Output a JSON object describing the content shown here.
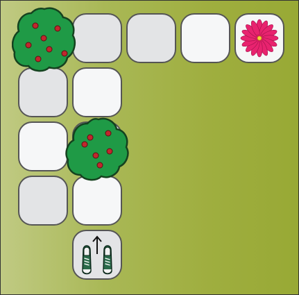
{
  "game": {
    "board_colors": {
      "left": "#c0ca83",
      "right": "#98a935"
    },
    "tile_colors": {
      "grey": "#e3e4e6",
      "light": "#f6f7f8",
      "border": "#555555"
    },
    "tiles": [
      {
        "id": "tile-r0c0",
        "style": "grey"
      },
      {
        "id": "tile-r0c1",
        "style": "grey"
      },
      {
        "id": "tile-r0c2",
        "style": "grey"
      },
      {
        "id": "tile-r0c3",
        "style": "light"
      },
      {
        "id": "tile-r0c4",
        "style": "light",
        "contains": "flower"
      },
      {
        "id": "tile-r1c0",
        "style": "grey"
      },
      {
        "id": "tile-r1c1",
        "style": "light"
      },
      {
        "id": "tile-r2c0",
        "style": "light"
      },
      {
        "id": "tile-r2c1",
        "style": "light"
      },
      {
        "id": "tile-r3c0",
        "style": "grey"
      },
      {
        "id": "tile-r3c1",
        "style": "light"
      },
      {
        "id": "tile-r4c1",
        "style": "grey",
        "contains": "player"
      }
    ],
    "obstacles": [
      {
        "type": "apple-tree",
        "icon": "apple-tree-icon"
      },
      {
        "type": "apple-tree",
        "icon": "apple-tree-icon"
      }
    ],
    "goal": {
      "type": "flower",
      "icon": "flower-icon",
      "color": "#e8236f"
    },
    "player": {
      "type": "sneakers",
      "icon": "sneakers-icon",
      "facing": "up",
      "arrow_icon": "up-arrow-icon"
    }
  }
}
